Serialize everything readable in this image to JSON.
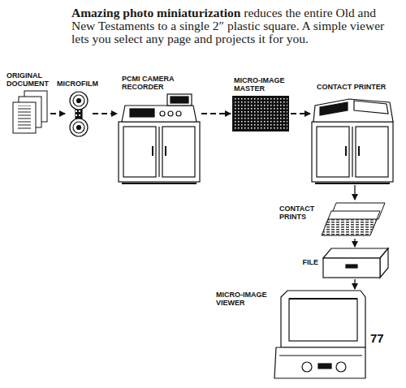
{
  "diagram": {
    "title": "Amazing photo miniaturization",
    "caption": "reduces the entire Old and New Testaments to a single 2″ plastic square. A simple viewer lets you select any page and projects it for you.",
    "nodes": [
      {
        "text": [
          "ORIGINAL DOCUMENT"
        ]
      },
      {
        "text": [
          "MICROFILM"
        ]
      },
      {
        "text": [
          "PCMI CAMERA RECORDER"
        ]
      },
      {
        "text": [
          "MICRO-IMAGE MASTER"
        ]
      },
      {
        "text": [
          "CONTACT PRINTER"
        ]
      },
      {
        "text": [
          "CONTACT PRINTS"
        ]
      },
      {
        "text": [
          "FILE"
        ]
      },
      {
        "text": [
          "MICRO-IMAGE VIEWER"
        ]
      }
    ],
    "edges": [
      {
        "from": 0,
        "to": 1,
        "arrow": "to"
      },
      {
        "from": 1,
        "to": 2,
        "arrow": "to"
      },
      {
        "from": 2,
        "to": 3,
        "arrow": "to"
      },
      {
        "from": 3,
        "to": 4,
        "arrow": "to"
      },
      {
        "from": 4,
        "to": 5,
        "arrow": "to"
      },
      {
        "from": 5,
        "to": 6,
        "arrow": "to"
      },
      {
        "from": 6,
        "to": 7,
        "arrow": "to"
      }
    ],
    "labels": [
      "77"
    ]
  }
}
